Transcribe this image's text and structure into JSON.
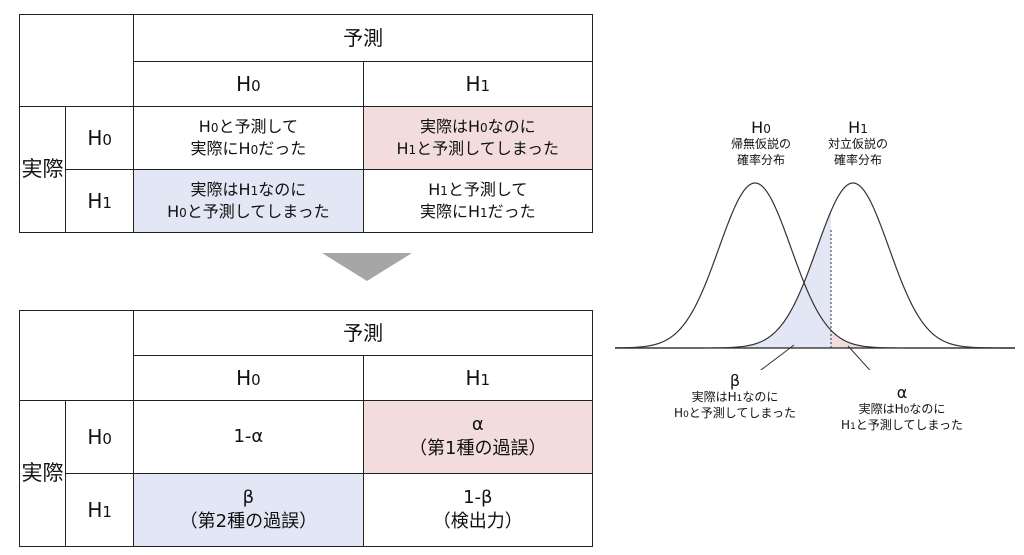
{
  "table1": {
    "header": "予測",
    "col_h0": "H0",
    "col_h1": "H1",
    "row_group": "実際",
    "row_h0": "H0",
    "row_h1": "H1",
    "cell_00_line1": "H0と予測して",
    "cell_00_line2": "実際にH0だった",
    "cell_01_line1": "実際はH0なのに",
    "cell_01_line2": "H1と予測してしまった",
    "cell_10_line1": "実際はH1なのに",
    "cell_10_line2": "H0と予測してしまった",
    "cell_11_line1": "H1と予測して",
    "cell_11_line2": "実際にH1だった"
  },
  "table2": {
    "header": "予測",
    "col_h0": "H0",
    "col_h1": "H1",
    "row_group": "実際",
    "row_h0": "H0",
    "row_h1": "H1",
    "cell_00": "1-α",
    "cell_01_line1": "α",
    "cell_01_line2": "（第1種の過誤）",
    "cell_10_line1": "β",
    "cell_10_line2": "（第2種の過誤）",
    "cell_11_line1": "1-β",
    "cell_11_line2": "（検出力）"
  },
  "graph": {
    "h0_title": "H0",
    "h0_desc_line1": "帰無仮説の",
    "h0_desc_line2": "確率分布",
    "h1_title": "H1",
    "h1_desc_line1": "対立仮説の",
    "h1_desc_line2": "確率分布",
    "beta_symbol": "β",
    "beta_line1": "実際はH1なのに",
    "beta_line2": "H0と予測してしまった",
    "alpha_symbol": "α",
    "alpha_line1": "実際はH0なのに",
    "alpha_line2": "H1と予測してしまった"
  },
  "colors": {
    "alpha_region": "#f2dcdc",
    "beta_region": "#e3e6f4",
    "arrow": "#a6a6a6",
    "line": "#222222"
  }
}
